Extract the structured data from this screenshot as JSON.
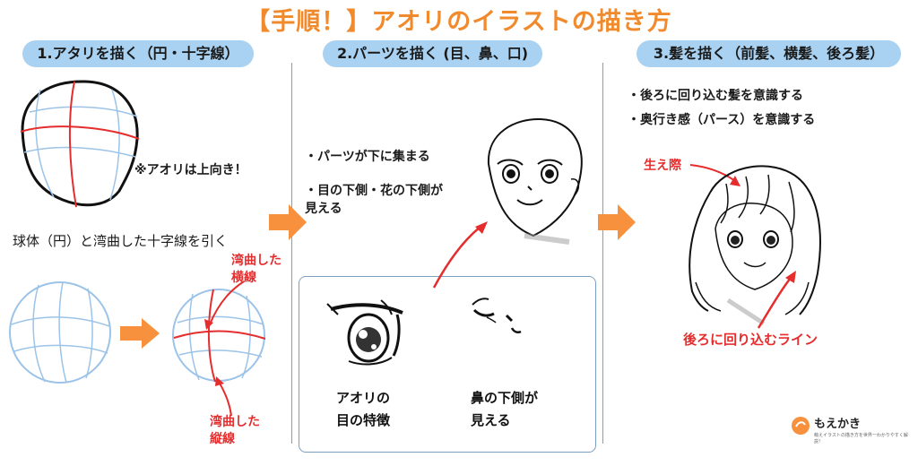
{
  "title": "【手順！】アオリのイラストの描き方",
  "steps": [
    {
      "label": "1.アタリを描く（円・十字線）"
    },
    {
      "label": "2.パーツを描く (目、鼻、口)"
    },
    {
      "label": "3.髪を描く（前髪、横髪、後ろ髪）"
    }
  ],
  "col1": {
    "note": "※アオリは上向き！",
    "caption": "球体（円）と湾曲した十字線を引く",
    "curve_h_line1": "湾曲した",
    "curve_h_line2": "横線",
    "curve_v_line1": "湾曲した",
    "curve_v_line2": "縦線"
  },
  "col2": {
    "bullet1": "・パーツが下に集まる",
    "bullet2_line1": "・目の下側・花の下側が",
    "bullet2_line2": "見える",
    "eye_label_line1": "アオリの",
    "eye_label_line2": "目の特徴",
    "nose_label_line1": "鼻の下側が",
    "nose_label_line2": "見える"
  },
  "col3": {
    "bullet1": "・後ろに回り込む髪を意識する",
    "bullet2": "・奥行き感（パース）を意識する",
    "hairline_label": "生え際",
    "wrap_label": "後ろに回り込むライン"
  },
  "logo": {
    "name": "もえかき",
    "tagline": "萌えイラストの描き方を世界一わかりやすく解説！"
  },
  "colors": {
    "title": "#f08a2c",
    "step_bg": "#a9d2f2",
    "arrow": "#f7913d",
    "accent_red": "#e52d2d",
    "guide_blue": "#9cc3e8"
  },
  "icons": [
    "right-arrow-icon",
    "logo-icon"
  ]
}
